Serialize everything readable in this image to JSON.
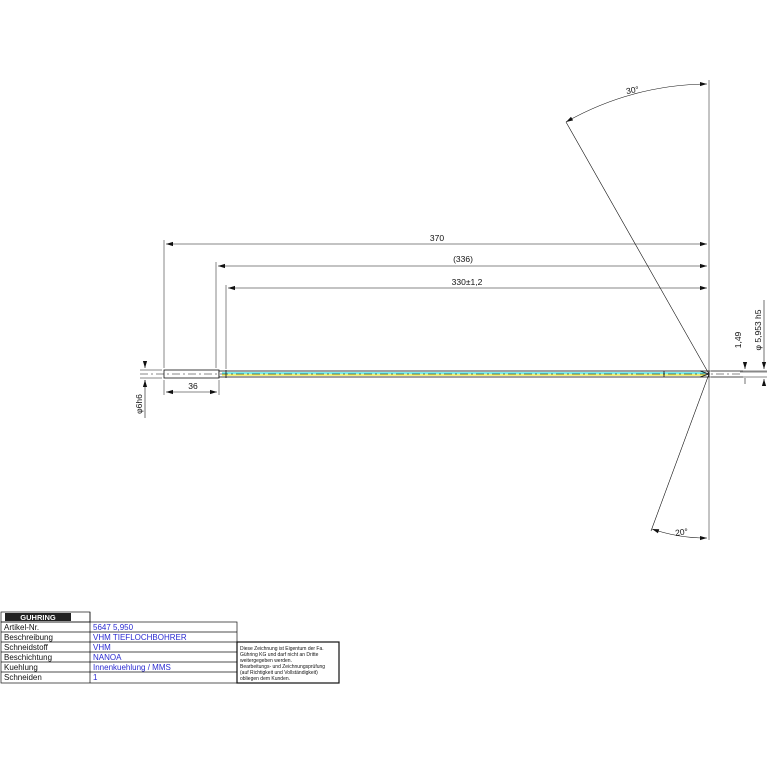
{
  "dimensions": {
    "overall_length": "370",
    "flute_length_ref": "(336)",
    "working_length": "330±1,2",
    "shank_length": "36",
    "shank_diameter": "φ6h6",
    "drill_diameter": "φ 5,953 h5",
    "tip_offset": "1,49",
    "point_angle_top": "30°",
    "point_angle_bottom": "20°"
  },
  "title_block": {
    "logo": "GUHRING",
    "rows": [
      {
        "label": "Artikel-Nr.",
        "value": "5647  5,950"
      },
      {
        "label": "Beschreibung",
        "value": "VHM  TIEFLOCHBOHRER"
      },
      {
        "label": "Schneidstoff",
        "value": "VHM"
      },
      {
        "label": "Beschichtung",
        "value": "NANOA"
      },
      {
        "label": "Kuehlung",
        "value": "Innenkuehlung  /  MMS"
      },
      {
        "label": "Schneiden",
        "value": "1"
      }
    ]
  },
  "ownership_note": [
    "Diese Zeichnung ist Eigentum der Fa.",
    "Gühring KG und darf nicht an Dritte",
    "weitergegeben werden.",
    "Bearbeitungs- und Zeichnungsprüfung",
    "(auf Richtigkeit und Vollständigkeit)",
    "obliegen dem Kunden."
  ],
  "colors": {
    "line": "#111111",
    "coolant_cyan": "#35e0e0",
    "coolant_yellow": "#e8e830",
    "logo_bg": "#222222",
    "value_text": "#2a2ad0"
  }
}
